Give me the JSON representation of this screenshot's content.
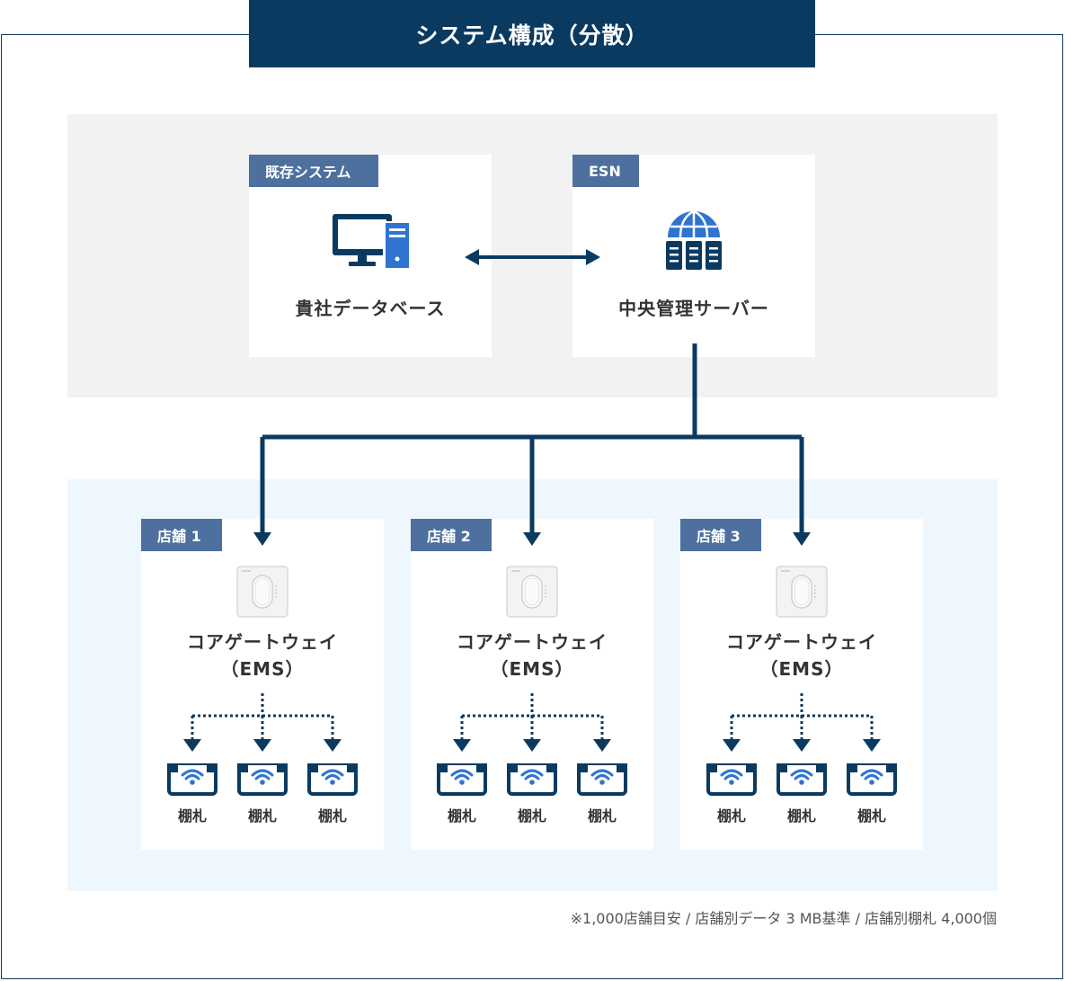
{
  "title": "システム構成（分散）",
  "existing": {
    "tag": "既存システム",
    "label": "貴社データベース"
  },
  "esn": {
    "tag": "ESN",
    "label": "中央管理サーバー"
  },
  "stores": [
    {
      "tag": "店舗 1",
      "gateway_line1": "コアゲートウェイ",
      "gateway_line2": "（EMS）",
      "tags": [
        "棚札",
        "棚札",
        "棚札"
      ]
    },
    {
      "tag": "店舗 2",
      "gateway_line1": "コアゲートウェイ",
      "gateway_line2": "（EMS）",
      "tags": [
        "棚札",
        "棚札",
        "棚札"
      ]
    },
    {
      "tag": "店舗 3",
      "gateway_line1": "コアゲートウェイ",
      "gateway_line2": "（EMS）",
      "tags": [
        "棚札",
        "棚札",
        "棚札"
      ]
    }
  ],
  "note": "※1,000店舗目安 / 店舗別データ 3 MB基準 / 店舗別棚札 4,000個",
  "colors": {
    "navy": "#0b3a60",
    "tag_blue": "#4d709e",
    "icon_blue": "#2f74d0"
  }
}
